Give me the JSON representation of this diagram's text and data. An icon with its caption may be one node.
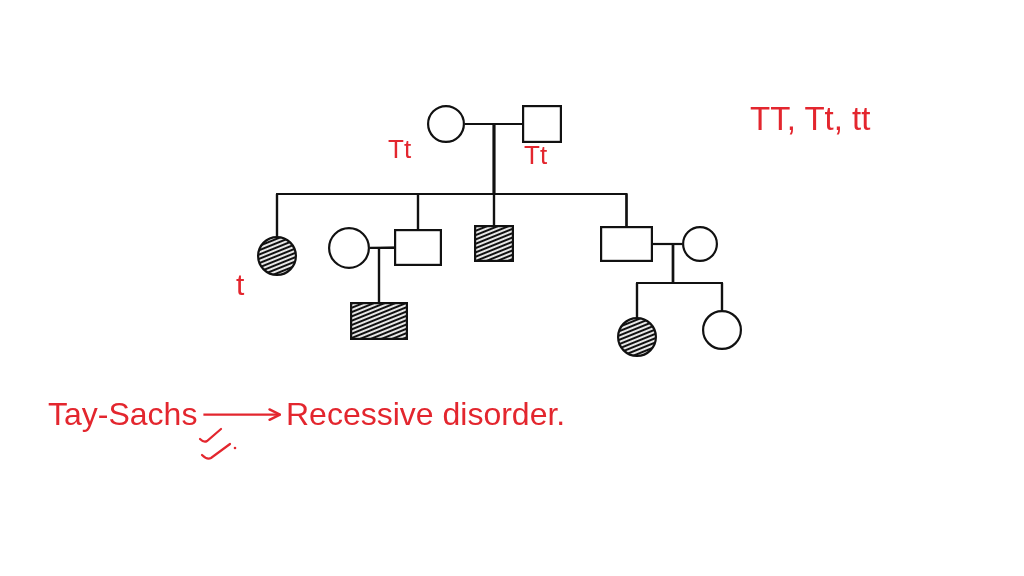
{
  "diagram": {
    "nodes": [
      {
        "text": [],
        "shape": "circle",
        "beside": [
          "Tt"
        ]
      },
      {
        "text": [],
        "shape": "box",
        "beside": [
          "Tt"
        ]
      },
      {
        "text": [],
        "shape": "shaded-circle",
        "beside": [
          "t"
        ]
      },
      {
        "text": [],
        "shape": "circle"
      },
      {
        "text": [],
        "shape": "box"
      },
      {
        "text": [],
        "shape": "shaded-box"
      },
      {
        "text": [],
        "shape": "box"
      },
      {
        "text": [],
        "shape": "circle"
      },
      {
        "text": [],
        "shape": "shaded-box"
      },
      {
        "text": [],
        "shape": "shaded-circle"
      },
      {
        "text": [],
        "shape": "circle"
      },
      {
        "text": [
          "Tay-Sachs"
        ]
      },
      {
        "text": [
          "Recessive disorder."
        ]
      }
    ],
    "edges": [
      {
        "from": 0,
        "to": 1,
        "arrow": "none"
      },
      {
        "from": 0,
        "to": 2,
        "arrow": "none"
      },
      {
        "from": 0,
        "to": 4,
        "arrow": "none"
      },
      {
        "from": 0,
        "to": 5,
        "arrow": "none"
      },
      {
        "from": 0,
        "to": 6,
        "arrow": "none"
      },
      {
        "from": 1,
        "to": 2,
        "arrow": "none"
      },
      {
        "from": 1,
        "to": 4,
        "arrow": "none"
      },
      {
        "from": 1,
        "to": 5,
        "arrow": "none"
      },
      {
        "from": 1,
        "to": 6,
        "arrow": "none"
      },
      {
        "from": 3,
        "to": 4,
        "arrow": "none"
      },
      {
        "from": 3,
        "to": 8,
        "arrow": "none"
      },
      {
        "from": 4,
        "to": 8,
        "arrow": "none"
      },
      {
        "from": 6,
        "to": 7,
        "arrow": "none"
      },
      {
        "from": 6,
        "to": 9,
        "arrow": "none"
      },
      {
        "from": 6,
        "to": 10,
        "arrow": "none"
      },
      {
        "from": 7,
        "to": 9,
        "arrow": "none"
      },
      {
        "from": 7,
        "to": 10,
        "arrow": "none"
      },
      {
        "from": 11,
        "to": 12,
        "arrow": "to",
        "color": "#e3262e"
      }
    ],
    "labels": [
      "TT, Tt, tt"
    ]
  }
}
